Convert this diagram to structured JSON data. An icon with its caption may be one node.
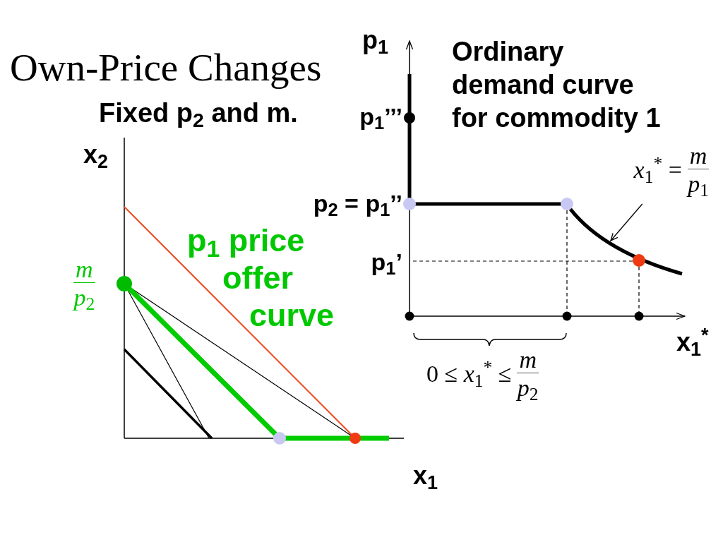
{
  "diagram": {
    "title": "Own-Price Changes",
    "nodes": [
      {
        "text": [
          "*x*$_{1}$$^{*}$ =",
          "m",
          "*p*$_{1}$"
        ]
      },
      {
        "text": [],
        "shape": "curve"
      }
    ],
    "edges": [
      {
        "from": 0,
        "to": 1,
        "arrow": "to"
      }
    ],
    "labels": [
      "Fixed p$_{2}$ and m.",
      "p$_{1}$",
      "Ordinary demand curve for commodity 1",
      "p$_{1}$’’’",
      "x$_{2}$",
      "p$_{2}$ = p$_{1}$’’",
      "p$_{1}$ price offer curve",
      "m",
      "*p*$_{2}$",
      "p$_{1}$’",
      "x$_{1}$$^{*}$",
      "0 ≤ *x*$_{1}$$^{*}$ ≤",
      "m",
      "*p*$_{2}$",
      "x$_{1}$"
    ]
  }
}
